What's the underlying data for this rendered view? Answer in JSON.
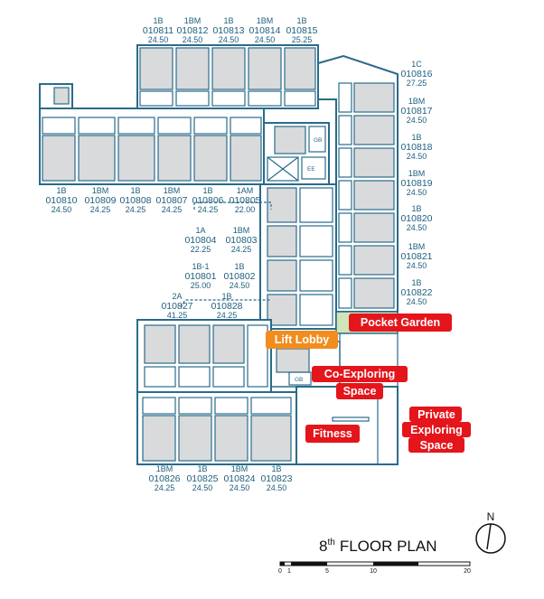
{
  "title": {
    "prefix": "8",
    "sup": "th",
    "rest": "FLOOR PLAN"
  },
  "north": "N",
  "scale": {
    "ticks": [
      "0",
      "1",
      "5",
      "10",
      "20"
    ]
  },
  "room_tags": {
    "gb1": "GB",
    "ee": "EE",
    "gb2": "GB"
  },
  "amenities": {
    "pocket_garden": {
      "label": "Pocket Garden",
      "color": "#e4151b"
    },
    "lift_lobby": {
      "label": "Lift Lobby",
      "color": "#f28c1e"
    },
    "co_exploring": {
      "line1": "Co-Exploring",
      "line2": "Space",
      "color": "#e4151b"
    },
    "fitness": {
      "label": "Fitness",
      "color": "#e4151b"
    },
    "private_exploring": {
      "line1": "Private",
      "line2": "Exploring",
      "line3": "Space",
      "color": "#e4151b"
    }
  },
  "colors": {
    "wall": "#2a6b8a",
    "room": "#d9dadc",
    "text": "#1e5e7e",
    "garden": "#cfe6b8"
  },
  "units": [
    {
      "type": "1B",
      "number": "010811",
      "area": "24.50"
    },
    {
      "type": "1BM",
      "number": "010812",
      "area": "24.50"
    },
    {
      "type": "1B",
      "number": "010813",
      "area": "24.50"
    },
    {
      "type": "1BM",
      "number": "010814",
      "area": "24.50"
    },
    {
      "type": "1B",
      "number": "010815",
      "area": "25.25"
    },
    {
      "type": "1C",
      "number": "010816",
      "area": "27.25"
    },
    {
      "type": "1BM",
      "number": "010817",
      "area": "24.50"
    },
    {
      "type": "1B",
      "number": "010818",
      "area": "24.50"
    },
    {
      "type": "1BM",
      "number": "010819",
      "area": "24.50"
    },
    {
      "type": "1B",
      "number": "010820",
      "area": "24.50"
    },
    {
      "type": "1BM",
      "number": "010821",
      "area": "24.50"
    },
    {
      "type": "1B",
      "number": "010822",
      "area": "24.50"
    },
    {
      "type": "1B",
      "number": "010810",
      "area": "24.50"
    },
    {
      "type": "1BM",
      "number": "010809",
      "area": "24.25"
    },
    {
      "type": "1B",
      "number": "010808",
      "area": "24.25"
    },
    {
      "type": "1BM",
      "number": "010807",
      "area": "24.25"
    },
    {
      "type": "1B",
      "number": "010806",
      "area": "24.25"
    },
    {
      "type": "1AM",
      "number": "010805",
      "area": "22.00"
    },
    {
      "type": "1A",
      "number": "010804",
      "area": "22.25"
    },
    {
      "type": "1BM",
      "number": "010803",
      "area": "24.25"
    },
    {
      "type": "1B-1",
      "number": "010801",
      "area": "25.00"
    },
    {
      "type": "1B",
      "number": "010802",
      "area": "24.50"
    },
    {
      "type": "2A",
      "number": "010827",
      "area": "41.25"
    },
    {
      "type": "1B",
      "number": "010828",
      "area": "24.25"
    },
    {
      "type": "1BM",
      "number": "010826",
      "area": "24.25"
    },
    {
      "type": "1B",
      "number": "010825",
      "area": "24.50"
    },
    {
      "type": "1BM",
      "number": "010824",
      "area": "24.50"
    },
    {
      "type": "1B",
      "number": "010823",
      "area": "24.50"
    }
  ]
}
